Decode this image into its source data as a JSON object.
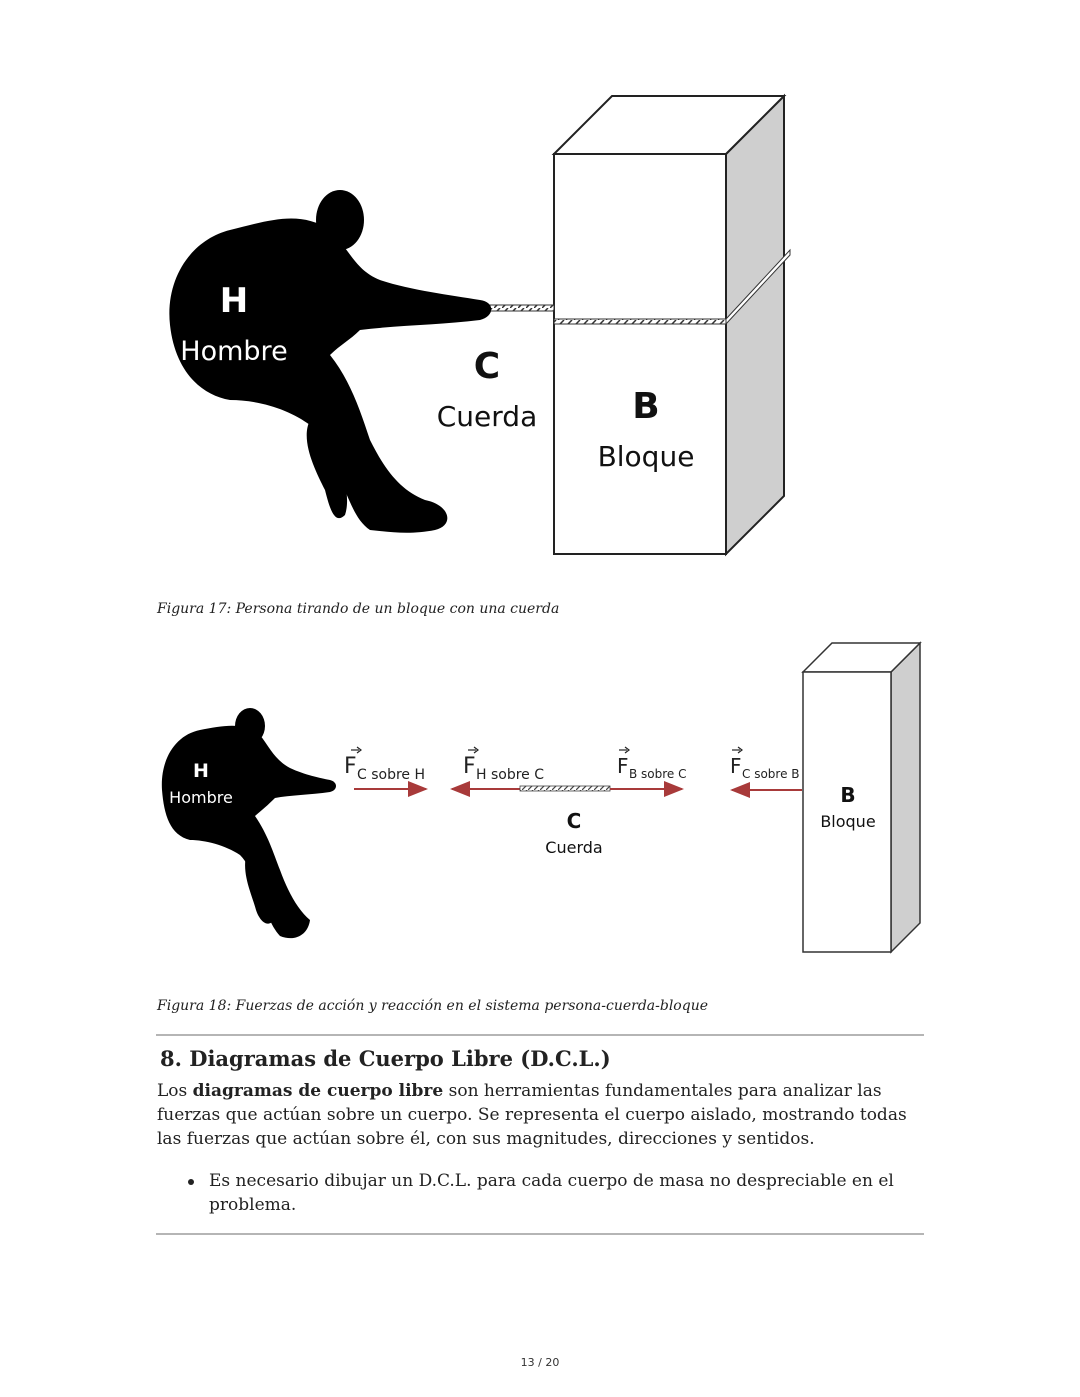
{
  "figure17": {
    "labels": {
      "man_letter": "H",
      "man_name": "Hombre",
      "rope_letter": "C",
      "rope_name": "Cuerda",
      "block_letter": "B",
      "block_name": "Bloque"
    },
    "caption": "Figura 17: Persona tirando de un bloque con una cuerda"
  },
  "figure18": {
    "labels": {
      "man_letter": "H",
      "man_name": "Hombre",
      "rope_letter": "C",
      "rope_name": "Cuerda",
      "block_letter": "B",
      "block_name": "Bloque"
    },
    "forces": [
      {
        "symbol": "F",
        "subscript": "C sobre H"
      },
      {
        "symbol": "F",
        "subscript": "H sobre C"
      },
      {
        "symbol": "F",
        "subscript": "B sobre C"
      },
      {
        "symbol": "F",
        "subscript": "C sobre B"
      }
    ],
    "arrow_color": "#a83a3a",
    "caption": "Figura 18: Fuerzas de acción y reacción en el sistema persona-cuerda-bloque"
  },
  "section": {
    "heading": "8. Diagramas de Cuerpo Libre (D.C.L.)",
    "paragraph_prefix": "Los ",
    "paragraph_bold": "diagramas de cuerpo libre",
    "paragraph_rest": " son herramientas fundamentales para analizar las fuerzas que actúan sobre un cuerpo. Se representa el cuerpo aislado, mostrando todas las fuerzas que actúan sobre él, con sus magnitudes, direcciones y sentidos.",
    "bullets": [
      "Es necesario dibujar un D.C.L. para cada cuerpo de masa no despreciable en el problema."
    ]
  },
  "footer": {
    "page_number": "13 / 20"
  }
}
